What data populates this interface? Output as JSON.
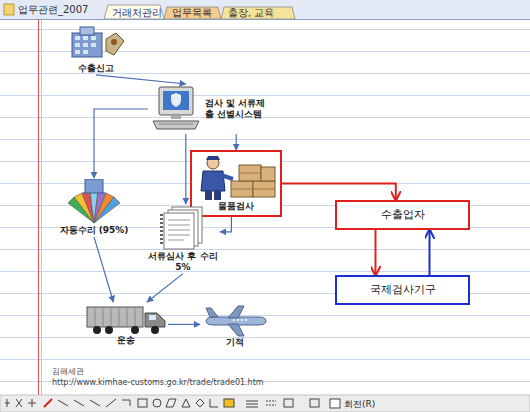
{
  "diagram": {
    "nodes": [
      {
        "text": [
          "수출신고"
        ]
      },
      {
        "text": [
          "검사 및 서류제출 선별시스템"
        ]
      },
      {
        "text": [
          "물품검사"
        ]
      },
      {
        "text": [
          "수출업자"
        ]
      },
      {
        "text": [
          "자동수리 (95%)"
        ]
      },
      {
        "text": [
          "서류심사 후 수리 5%"
        ]
      },
      {
        "text": [
          "국제검사기구"
        ]
      },
      {
        "text": [
          "운송"
        ]
      },
      {
        "text": [
          "기적"
        ]
      }
    ],
    "edges": [
      {
        "from": 0,
        "to": 1,
        "arrow": "to"
      },
      {
        "from": 1,
        "to": 4,
        "arrow": "to"
      },
      {
        "from": 1,
        "to": 5,
        "arrow": "to"
      },
      {
        "from": 1,
        "to": 2,
        "arrow": "to"
      },
      {
        "from": 2,
        "to": 5,
        "arrow": "to"
      },
      {
        "from": 2,
        "to": 3,
        "arrow": "to"
      },
      {
        "from": 3,
        "to": 6,
        "arrow": "to"
      },
      {
        "from": 6,
        "to": 3,
        "arrow": "to"
      },
      {
        "from": 4,
        "to": 7,
        "arrow": "to"
      },
      {
        "from": 5,
        "to": 7,
        "arrow": "to"
      },
      {
        "from": 7,
        "to": 8,
        "arrow": "to"
      }
    ],
    "labels": [
      "업무관련_2007",
      "거래처관리",
      "업무목록",
      "출장, 교육",
      "김해세관",
      "http://www.kimhae-customs.go.kr/trade/trade01.htm",
      "회전(R)"
    ]
  }
}
